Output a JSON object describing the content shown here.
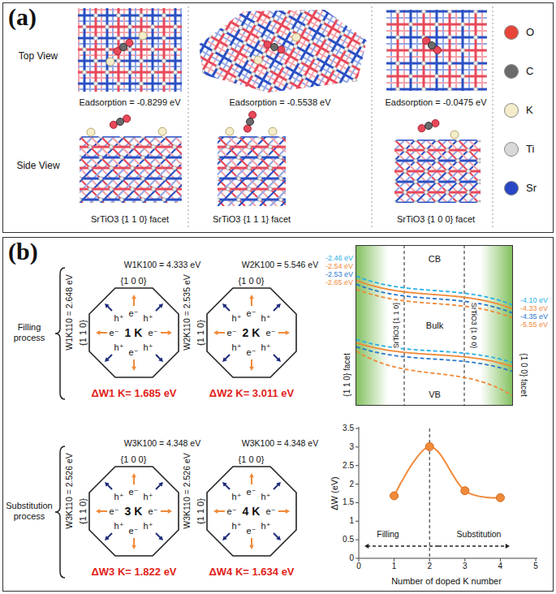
{
  "diagram": {
    "nodes": [
      {
        "text": [
          "(a)"
        ]
      },
      {
        "text": [
          "(b)"
        ]
      },
      {
        "text": [
          "{1 0 0}",
          "{1 1 0}",
          "1 K",
          "e⁻",
          "e⁻",
          "e⁻",
          "e⁻",
          "h⁺",
          "h⁺",
          "h⁺",
          "h⁺"
        ],
        "in": 1
      },
      {
        "text": [
          "{1 0 0}",
          "{1 1 0}",
          "2 K",
          "e⁻",
          "e⁻",
          "e⁻",
          "e⁻",
          "h⁺",
          "h⁺",
          "h⁺",
          "h⁺"
        ],
        "in": 1
      },
      {
        "text": [
          "CB",
          "Bulk",
          "VB",
          "SrTiO3 {1 1 0}",
          "SrTiO3 {1 0 0}"
        ],
        "in": 1
      },
      {
        "text": [
          "{1 0 0}",
          "{1 1 0}",
          "3 K",
          "e⁻",
          "e⁻",
          "e⁻",
          "e⁻",
          "h⁺",
          "h⁺",
          "h⁺",
          "h⁺"
        ],
        "in": 1
      },
      {
        "text": [
          "{1 0 0}",
          "{1 1 0}",
          "4 K",
          "e⁻",
          "e⁻",
          "e⁻",
          "e⁻",
          "h⁺",
          "h⁺",
          "h⁺",
          "h⁺"
        ],
        "in": 1
      }
    ],
    "labels": [
      "Top View",
      "Side View",
      "Eadsorption = -0.8299 eV",
      "Eadsorption = -0.5538 eV",
      "Eadsorption = -0.0475 eV",
      "SrTiO3 {1 1 0} facet",
      "SrTiO3 {1 1 1} facet",
      "SrTiO3 {1 0 0} facet",
      "Filling process",
      "Substitution process",
      "W1K100 = 4.333 eV",
      "W1K110 = 2.648 eV",
      "ΔW1 K= 1.685 eV",
      "W2K100 = 5.546 eV",
      "W2K110 = 2.535 eV",
      "ΔW2 K= 3.011 eV",
      "W3K100 = 4.348 eV",
      "W3K110 = 2.526 eV",
      "ΔW3 K= 1.822 eV",
      "W3K100 = 4.348 eV",
      "W3K110 = 2.526 eV",
      "ΔW4 K= 1.634 eV",
      "-2.46 eV",
      "-2.54 eV",
      "-2.53 eV",
      "-2.65 eV",
      "-4.10 eV",
      "-4.33 eV",
      "-4.35 eV",
      "-5.55 eV",
      "{1 1 0} facet",
      "{1 0 0} facet",
      "3.5",
      "3",
      "2.5",
      "2",
      "1.5",
      "1",
      "0.5",
      "0",
      "0",
      "1",
      "2",
      "3",
      "4",
      "5",
      "ΔW (eV)",
      "Number of doped K number",
      "Filling",
      "Substitution"
    ],
    "legend": [
      {
        "text": "O",
        "color": "#e8443a"
      },
      {
        "text": "C",
        "color": "#6b6b6b"
      },
      {
        "text": "K",
        "color": "#f4eccb"
      },
      {
        "text": "Ti",
        "color": "#d9d9d9"
      },
      {
        "text": "Sr",
        "color": "#2747c4"
      }
    ]
  }
}
